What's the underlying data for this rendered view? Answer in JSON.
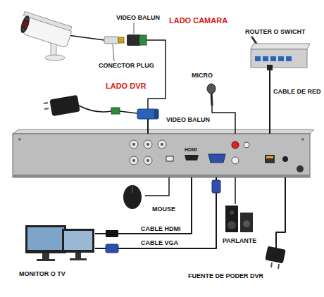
{
  "diagram": {
    "nodes": [
      {
        "text": [
          "VIDEO BALUN"
        ]
      },
      {
        "text": [
          "ROUTER O SWICHT"
        ]
      },
      {
        "text": [
          "MICRO"
        ]
      },
      {
        "text": [
          "VIDEO BALUN"
        ]
      },
      {
        "text": [
          "HDMI"
        ]
      },
      {
        "text": [
          "MOUSE"
        ]
      },
      {
        "text": [
          "PARLANTE"
        ]
      },
      {
        "text": [
          "MONITOR O TV"
        ]
      },
      {
        "text": [
          "FUENTE DE PODER DVR"
        ]
      }
    ],
    "edges": [
      {
        "from": 0,
        "to": 3,
        "arrow": "none"
      },
      {
        "from": 3,
        "to": 4,
        "arrow": "none"
      },
      {
        "from": 1,
        "to": 4,
        "label": "CABLE DE RED",
        "arrow": "none"
      },
      {
        "from": 2,
        "to": 4,
        "arrow": "none"
      },
      {
        "from": 4,
        "to": 5,
        "arrow": "none"
      },
      {
        "from": 4,
        "to": 7,
        "label": "CABLE HDMI",
        "arrow": "none"
      },
      {
        "from": 4,
        "to": 7,
        "label": "CABLE VGA",
        "arrow": "none"
      },
      {
        "from": 4,
        "to": 6,
        "arrow": "none"
      },
      {
        "from": 4,
        "to": 8,
        "arrow": "none"
      }
    ],
    "labels": [
      "LADO CAMARA",
      "CONECTOR PLUG",
      "LADO DVR"
    ]
  }
}
